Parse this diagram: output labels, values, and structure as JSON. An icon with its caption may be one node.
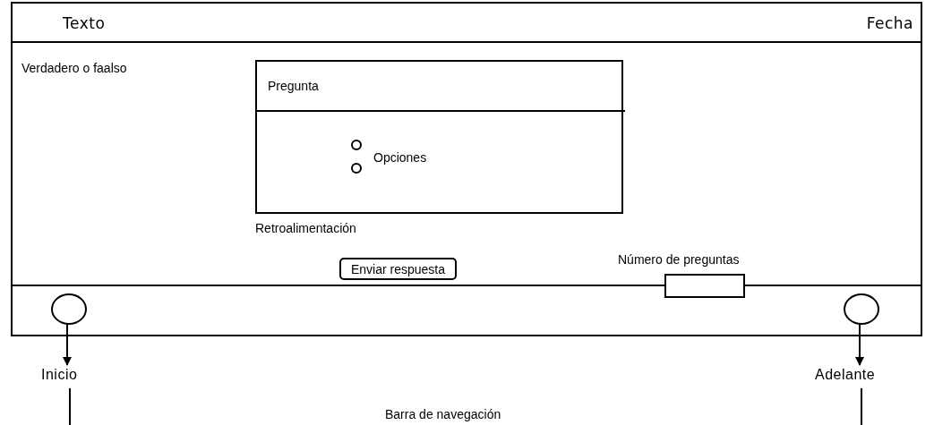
{
  "diagram": {
    "nodes": [
      {
        "text": [
          "Texto",
          "Fecha"
        ]
      },
      {
        "text": [
          "Verdadero o faalso"
        ]
      },
      {
        "text": [
          "Pregunta"
        ],
        "in": 1
      },
      {
        "text": [
          "Opciones"
        ],
        "in": 2
      },
      {
        "text": [
          "Enviar respuesta"
        ],
        "in": 1
      },
      {
        "text": [],
        "shape": "box",
        "beside": [
          "Número de preguntas"
        ]
      },
      {
        "text": [],
        "shape": "bar"
      },
      {
        "text": [],
        "shape": "circle",
        "in": 6
      },
      {
        "text": [],
        "shape": "circle",
        "in": 6
      },
      {
        "text": [
          "Inicio"
        ]
      },
      {
        "text": [
          "Adelante"
        ]
      }
    ],
    "edges": [
      {
        "from": 7,
        "to": 9,
        "arrow": "to"
      },
      {
        "from": 8,
        "to": 10,
        "arrow": "to"
      }
    ],
    "labels": [
      "Retroalimentación",
      "Barra de navegación"
    ]
  }
}
